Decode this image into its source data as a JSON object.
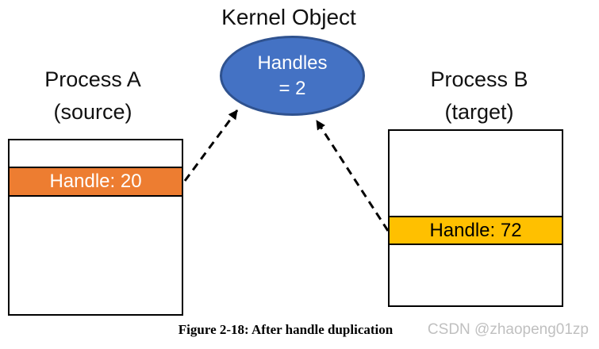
{
  "diagram": {
    "title": "Kernel Object",
    "kernel_object": {
      "line1": "Handles",
      "line2": "= 2"
    },
    "process_a": {
      "title": "Process A",
      "subtitle": "(source)",
      "handle": "Handle: 20"
    },
    "process_b": {
      "title": "Process B",
      "subtitle": "(target)",
      "handle": "Handle: 72"
    },
    "caption": "Figure 2-18: After handle duplication",
    "watermark": "CSDN @zhaopeng01zp",
    "colors": {
      "kernel_fill": "#4472C4",
      "kernel_border": "#2F528F",
      "handle_a_fill": "#ED7D31",
      "handle_b_fill": "#FFC000",
      "arrow": "#000000",
      "watermark": "#C0C0C0"
    }
  }
}
